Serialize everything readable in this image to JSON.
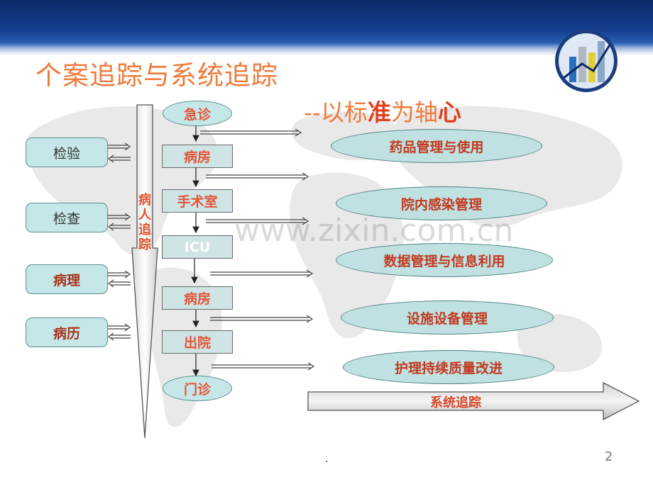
{
  "title": "个案追踪与系统追踪",
  "subtitle": {
    "prefix": "--以标",
    "emph": "准",
    "mid": "为轴",
    "emph2": "心"
  },
  "source_boxes": [
    "检验",
    "检查",
    "病理",
    "病历"
  ],
  "vertical_label": "病人追踪",
  "steps": [
    "急诊",
    "病房",
    "手术室",
    "ICU",
    "病房",
    "出院",
    "门诊"
  ],
  "system_items": [
    "药品管理与使用",
    "院内感染管理",
    "数据管理与信息利用",
    "设施设备管理",
    "护理持续质量改进"
  ],
  "system_arrow_label": "系统追踪",
  "watermark": "www.zixin.com.cn",
  "page_number": "2",
  "footer_dot": ".",
  "colors": {
    "accent": "#f07a3a",
    "box_fill": "#c6e7e7",
    "oval_fill": "#bfe1e1",
    "text_red": "#c23a22"
  }
}
